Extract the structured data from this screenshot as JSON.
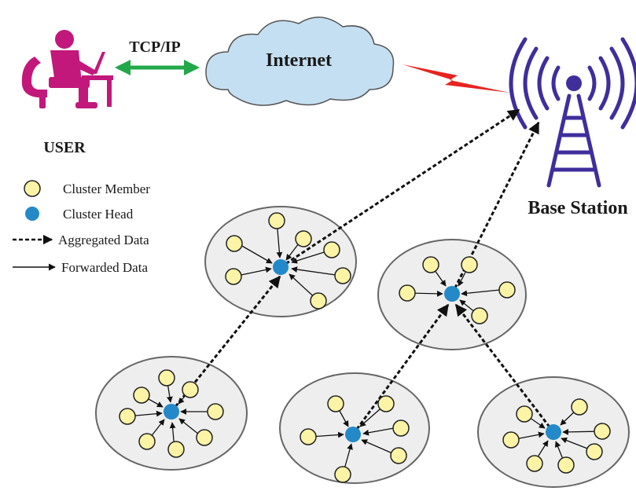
{
  "labels": {
    "protocol": "TCP/IP",
    "internet": "Internet",
    "user": "USER",
    "base_station": "Base Station"
  },
  "legend": {
    "cluster_member": "Cluster Member",
    "cluster_head": "Cluster Head",
    "aggregated_data": "Aggregated Data",
    "forwarded_data": "Forwarded Data"
  },
  "colors": {
    "cluster_member_fill": "#fbf3a6",
    "cluster_head_fill": "#2389c9",
    "user_figure": "#c2187b",
    "tcpip_arrow": "#22a84a",
    "wireless_link": "#e8231f",
    "base_station": "#3f2e9c",
    "cloud_fill": "#c5dff2",
    "cluster_ring": "#eeeeee"
  },
  "icons": {
    "user": "user-at-laptop-icon",
    "cloud": "cloud-icon",
    "wireless": "lightning-bolt-icon",
    "tower": "radio-tower-icon"
  }
}
